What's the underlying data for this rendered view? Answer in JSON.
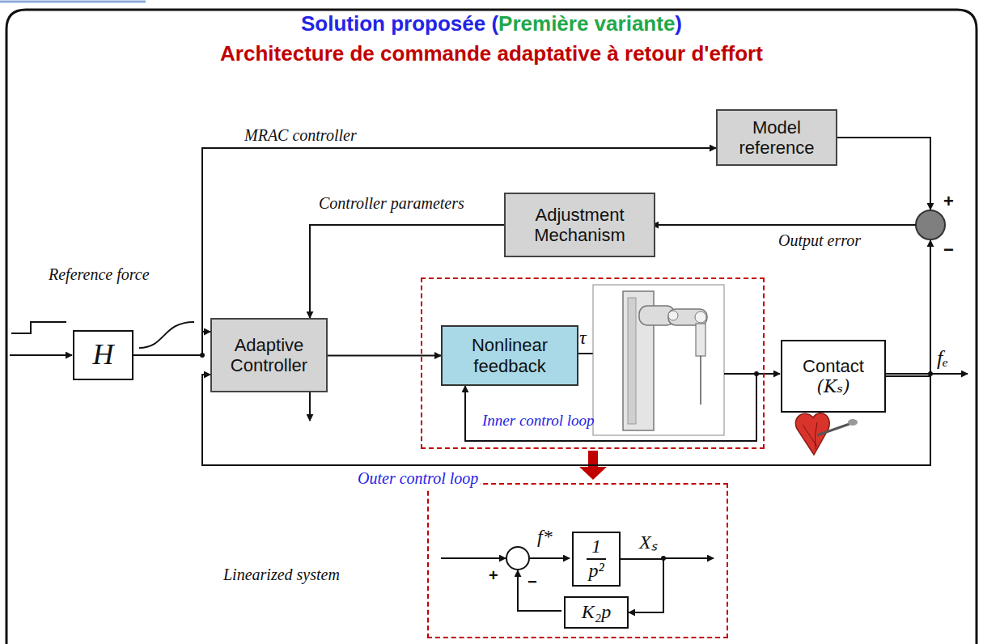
{
  "diagram": {
    "title": "Architecture de commande adaptative à retour d'effort",
    "nodes": [
      {
        "text": [
          "H"
        ]
      },
      {
        "text": [
          "Model reference"
        ]
      },
      {
        "text": [
          "Adjustment Mechanism"
        ]
      },
      {
        "text": [
          "Adaptive Controller"
        ]
      },
      {
        "text": [
          "Inner control loop"
        ]
      },
      {
        "text": [
          "Nonlinear feedback"
        ],
        "in": 4
      },
      {
        "text": [
          "Contact",
          "(Kₛ)"
        ]
      },
      {
        "text": [
          "Linearized system"
        ]
      },
      {
        "text": [
          "1",
          "p²"
        ],
        "in": 7
      },
      {
        "text": [
          "K₂p"
        ],
        "in": 7
      }
    ],
    "edges": [
      {
        "from": 0,
        "to": 3,
        "arrow": "to"
      },
      {
        "from": 0,
        "to": 1,
        "label": "MRAC controller",
        "arrow": "to"
      },
      {
        "from": 2,
        "to": 3,
        "label": "Controller parameters",
        "arrow": "to"
      },
      {
        "from": 3,
        "to": 5,
        "arrow": "to"
      },
      {
        "from": 6,
        "to": 3,
        "label": "Outer control loop",
        "arrow": "to"
      },
      {
        "from": 8,
        "to": 9,
        "arrow": "to"
      }
    ],
    "labels": [
      "Solution proposée (",
      "Première variante",
      ")",
      "Reference force",
      "Output error",
      "τ",
      "fₑ",
      "+",
      "−",
      "f*",
      "Xₛ",
      "+",
      "−"
    ]
  }
}
